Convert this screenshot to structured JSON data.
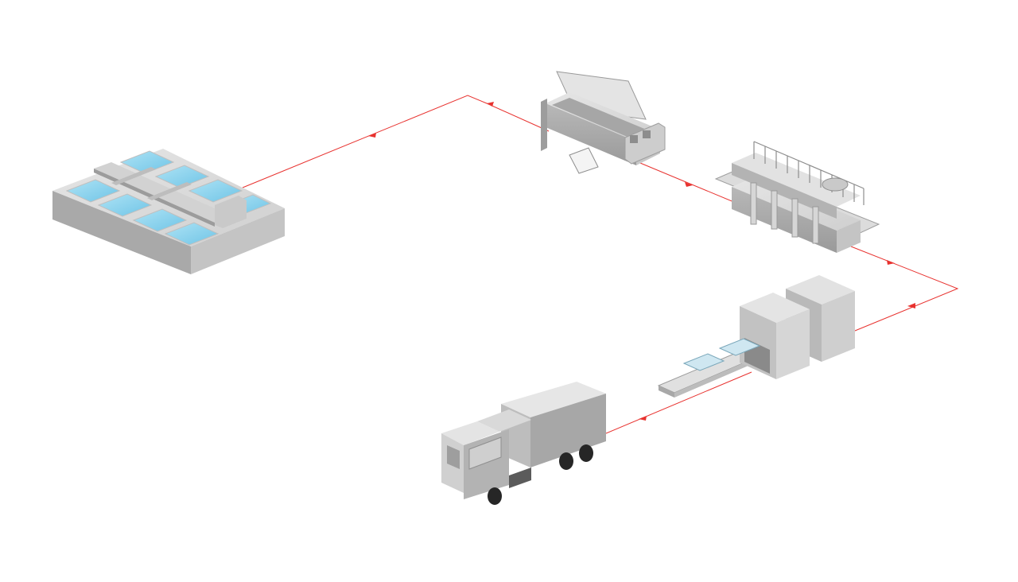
{
  "diagram": {
    "flow_color": "#e8322f",
    "water_color": "#8fd3ee",
    "equipment_light": "#d9d9d9",
    "equipment_mid": "#bdbdbd",
    "equipment_dark": "#9e9e9e",
    "nodes": [
      {
        "id": "fish-tanks",
        "icon": "aquaculture-tanks-icon"
      },
      {
        "id": "receiving-hopper",
        "icon": "hopper-machine-icon"
      },
      {
        "id": "processing-line",
        "icon": "processing-line-icon"
      },
      {
        "id": "packing-tunnel",
        "icon": "tunnel-freezer-icon"
      },
      {
        "id": "delivery-truck",
        "icon": "truck-icon"
      }
    ],
    "edges": [
      {
        "from": "fish-tanks",
        "to": "receiving-hopper"
      },
      {
        "from": "receiving-hopper",
        "to": "processing-line"
      },
      {
        "from": "processing-line",
        "to": "packing-tunnel"
      },
      {
        "from": "packing-tunnel",
        "to": "delivery-truck"
      }
    ]
  }
}
